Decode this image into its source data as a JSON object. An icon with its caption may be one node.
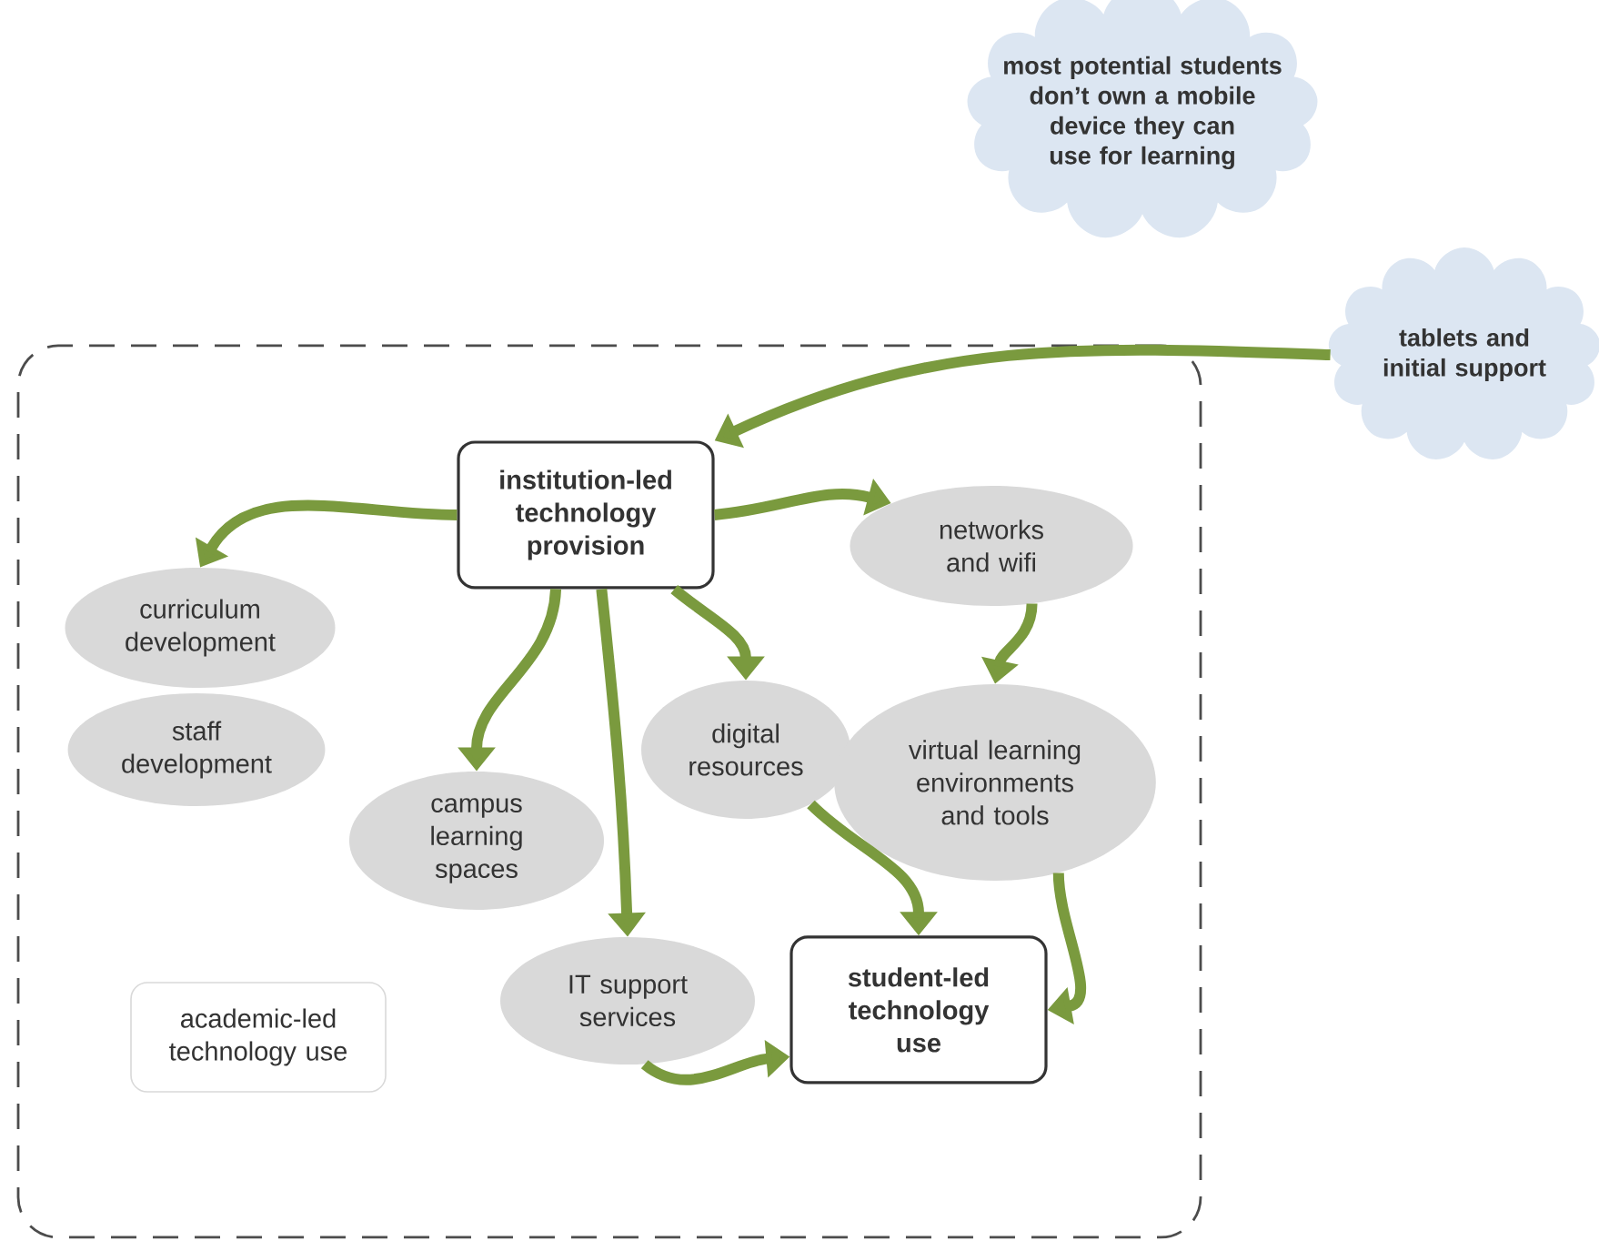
{
  "diagram": {
    "nodes": [
      {
        "text": [],
        "shape": "box"
      },
      {
        "text": [
          "most  potential students don’t own a mobile device they can use for learning"
        ]
      },
      {
        "text": [
          "tablets and initial support"
        ]
      },
      {
        "text": [
          "institution-led technology provision"
        ],
        "in": 0
      },
      {
        "text": [
          "curriculum development"
        ],
        "in": 0
      },
      {
        "text": [
          "networks and wifi"
        ],
        "in": 0
      },
      {
        "text": [
          "staff development"
        ],
        "in": 0
      },
      {
        "text": [
          "digital resources"
        ],
        "in": 0
      },
      {
        "text": [
          "virtual learning environments and tools"
        ],
        "in": 0
      },
      {
        "text": [
          "campus learning spaces"
        ],
        "in": 0
      },
      {
        "text": [
          "IT support services"
        ],
        "in": 0
      },
      {
        "text": [
          "academic-led technology use"
        ],
        "in": 0
      },
      {
        "text": [
          "student-led technology use"
        ],
        "in": 0
      }
    ],
    "edges": [
      {
        "from": 2,
        "to": 3,
        "arrow": "to"
      },
      {
        "from": 3,
        "to": 4,
        "arrow": "to"
      },
      {
        "from": 3,
        "to": 5,
        "arrow": "to"
      },
      {
        "from": 3,
        "to": 9,
        "arrow": "to"
      },
      {
        "from": 3,
        "to": 10,
        "arrow": "to"
      },
      {
        "from": 3,
        "to": 7,
        "arrow": "to"
      },
      {
        "from": 5,
        "to": 8,
        "arrow": "to"
      },
      {
        "from": 7,
        "to": 12,
        "arrow": "to"
      },
      {
        "from": 8,
        "to": 12,
        "arrow": "to"
      },
      {
        "from": 10,
        "to": 12,
        "arrow": "to"
      }
    ]
  }
}
